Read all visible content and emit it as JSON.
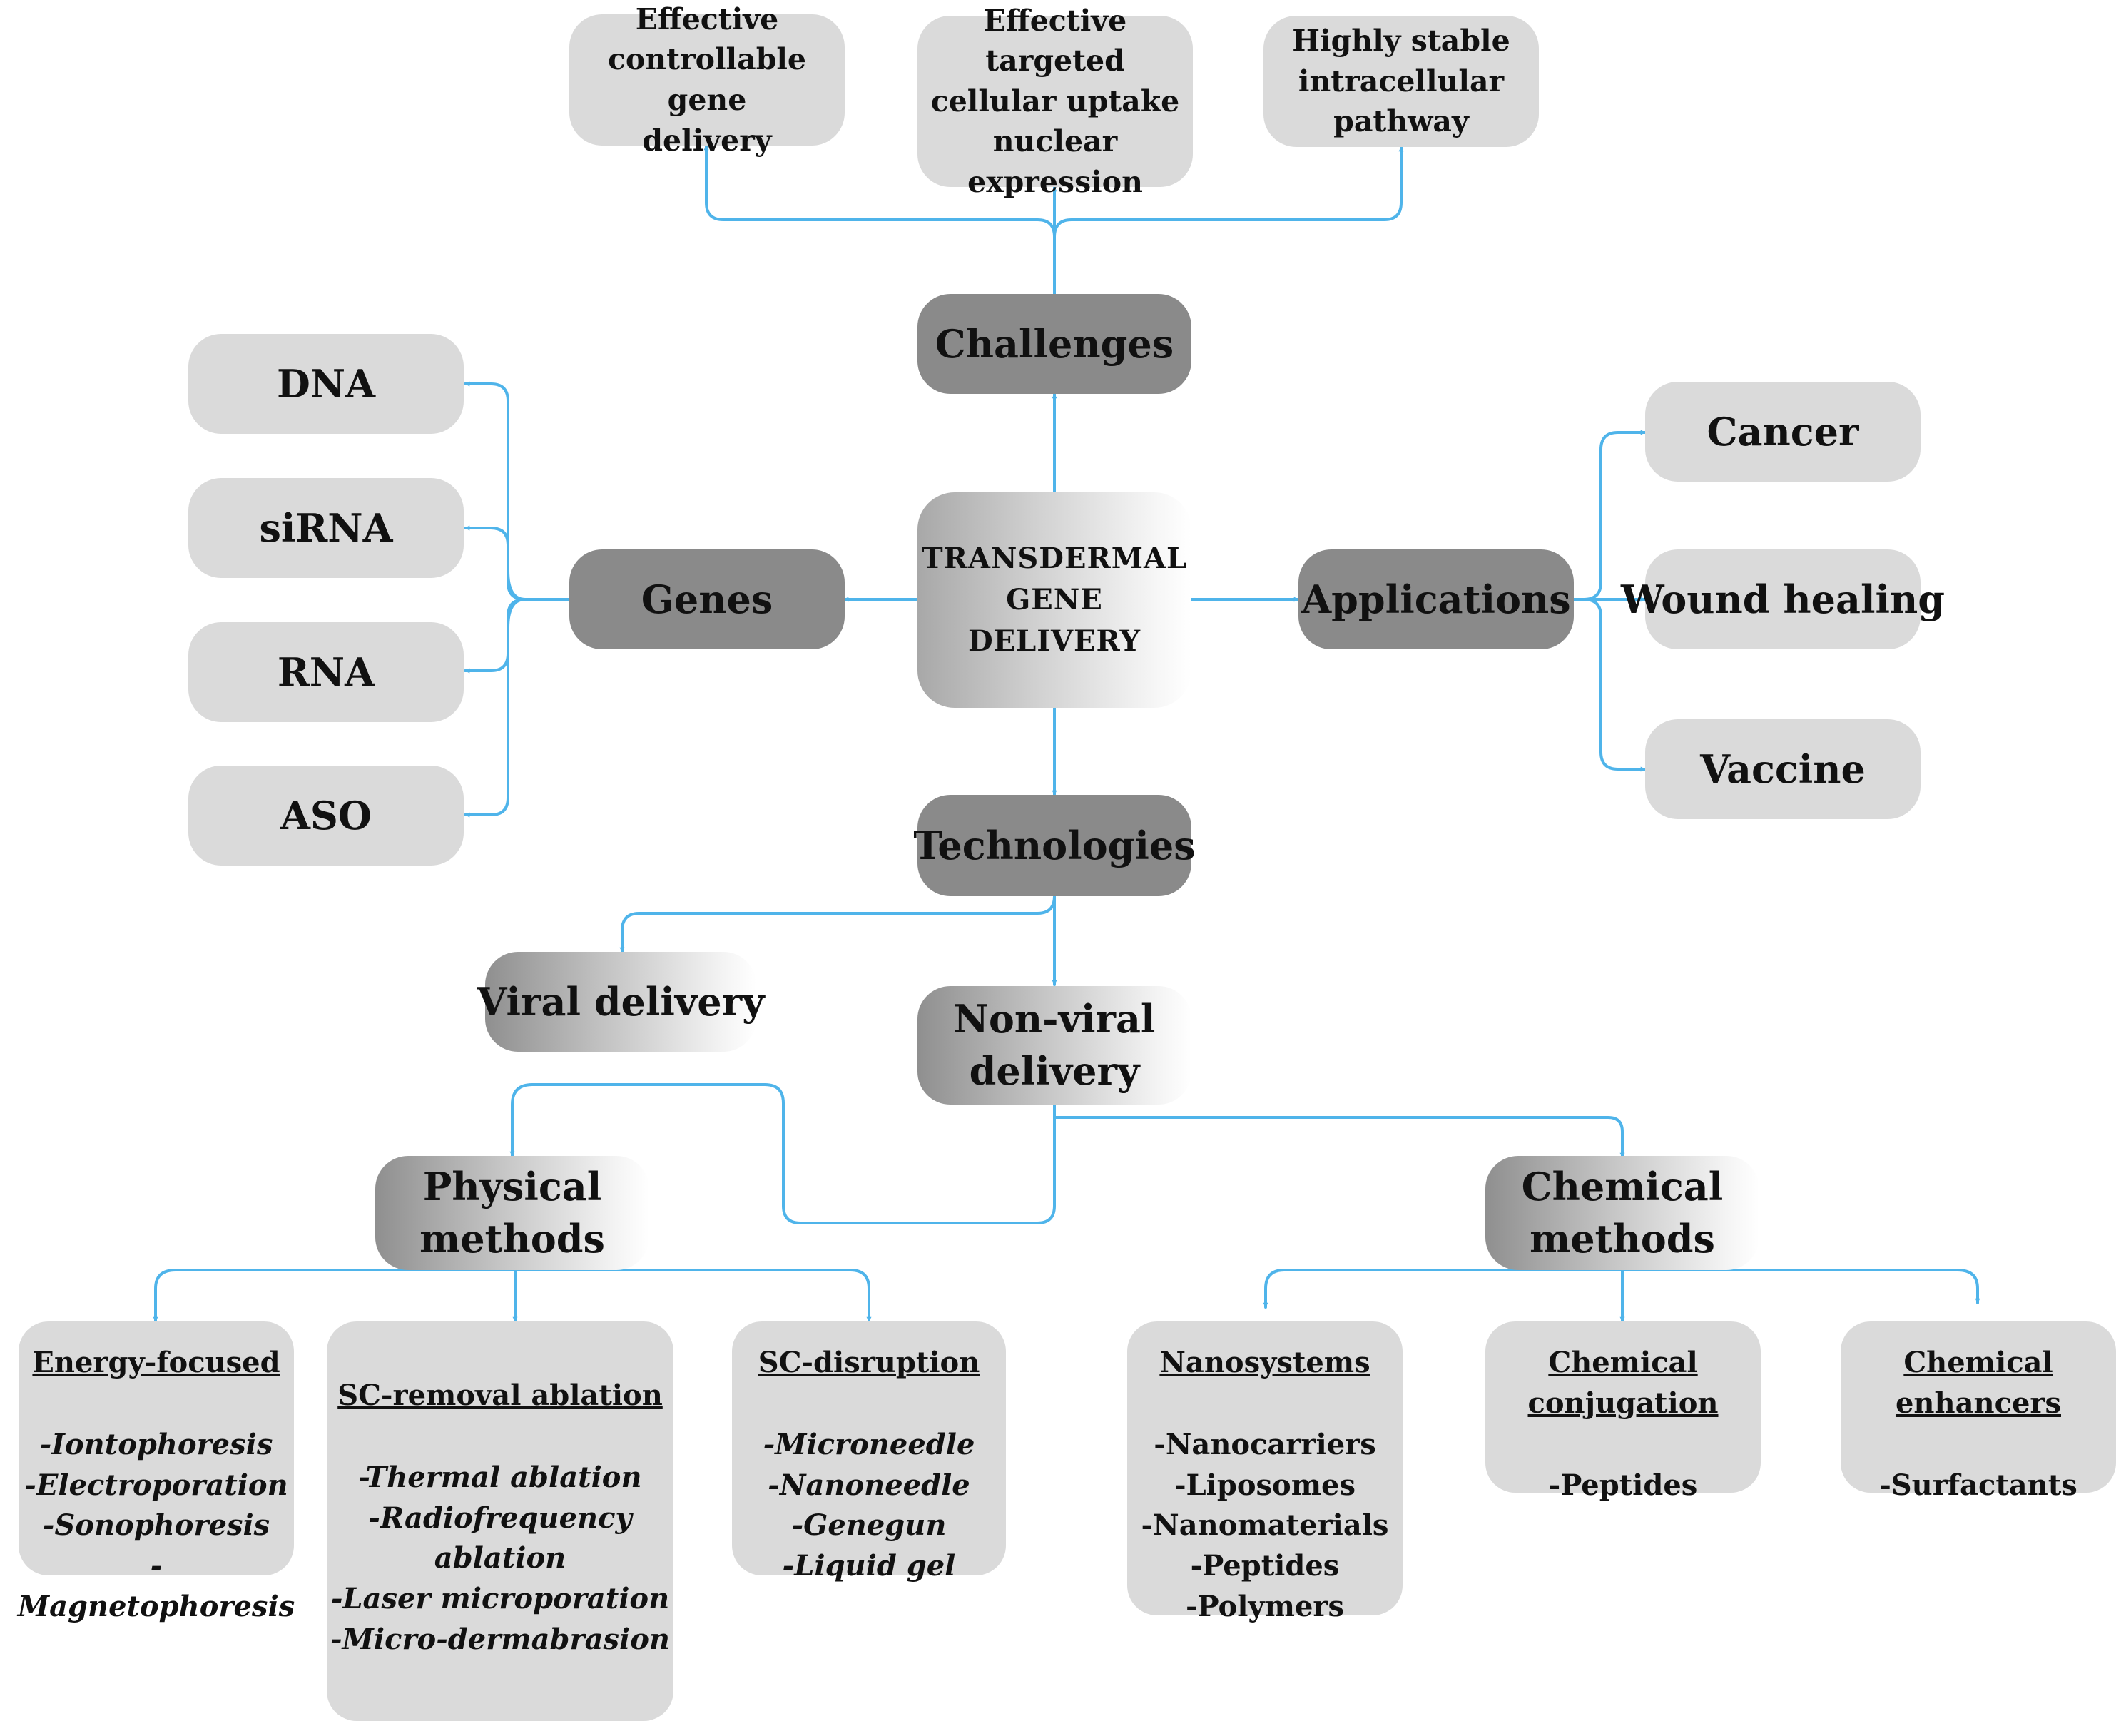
{
  "center": {
    "line1": "TRANSDERMAL",
    "line2": "GENE DELIVERY"
  },
  "challenges": {
    "label": "Challenges",
    "items": [
      [
        "Effective",
        "controllable gene",
        "delivery"
      ],
      [
        "Effective targeted",
        "cellular uptake",
        "nuclear",
        "expression"
      ],
      [
        "Highly stable",
        "intracellular",
        "pathway"
      ]
    ]
  },
  "genes": {
    "label": "Genes",
    "items": [
      "DNA",
      "siRNA",
      "RNA",
      "ASO"
    ]
  },
  "applications": {
    "label": "Applications",
    "items": [
      "Cancer",
      "Wound healing",
      "Vaccine"
    ]
  },
  "technologies": {
    "label": "Technologies",
    "viral": "Viral delivery",
    "nonviral": [
      "Non-viral",
      "delivery"
    ],
    "physical": {
      "label": [
        "Physical",
        "methods"
      ],
      "boxes": [
        {
          "title": "Energy-focused",
          "items": [
            "-Iontophoresis",
            "-Electroporation",
            "-Sonophoresis",
            "-Magnetophoresis"
          ]
        },
        {
          "title": "SC-removal ablation",
          "items": [
            "-Thermal ablation",
            "-Radiofrequency",
            "ablation",
            "-Laser microporation",
            "-Micro-dermabrasion"
          ]
        },
        {
          "title": "SC-disruption",
          "items": [
            "-Microneedle",
            "-Nanoneedle",
            "-Genegun",
            "-Liquid gel"
          ]
        }
      ]
    },
    "chemical": {
      "label": [
        "Chemical",
        "methods"
      ],
      "boxes": [
        {
          "title": [
            "Nanosystems"
          ],
          "items": [
            "-Nanocarriers",
            "-Liposomes",
            "-Nanomaterials",
            "-Peptides",
            "-Polymers"
          ]
        },
        {
          "title": [
            "Chemical",
            "conjugation"
          ],
          "items": [
            "-Peptides"
          ]
        },
        {
          "title": [
            "Chemical",
            "enhancers"
          ],
          "items": [
            "-Surfactants"
          ]
        }
      ]
    }
  },
  "colors": {
    "connector": "#4fb4ea",
    "light_node": "#dadada",
    "dark_node": "#8a8a8a"
  }
}
